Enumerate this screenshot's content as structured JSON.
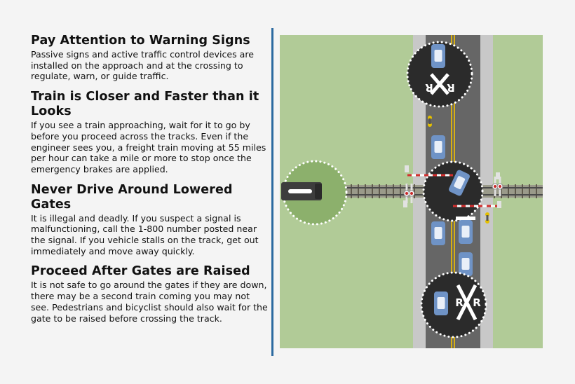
{
  "sections": [
    {
      "heading": "Pay Attention to Warning Signs",
      "body": "Passive signs and active traffic control devices are installed on the approach and at the crossing to regulate, warn, or guide traffic."
    },
    {
      "heading": "Train is Closer and Faster than it Looks",
      "body": "If you see a train approaching, wait for it to go by before you proceed across the tracks.  Even if the engineer sees you, a freight train moving at 55 miles per hour can take a mile or more to stop once the emergency brakes are applied."
    },
    {
      "heading": "Never Drive Around Lowered Gates",
      "body": "It is illegal and deadly. If you suspect a signal is malfunctioning, call the 1-800 number posted near the signal. If you vehicle stalls on the track, get out immediately and move away quickly."
    },
    {
      "heading": "Proceed After Gates are Raised",
      "body": "It is not safe to go around the gates if they are down, there may be a second train coming you may not see. Pedestrians and bicyclist should also wait for the gate to be raised before crossing the track."
    }
  ],
  "diagram": {
    "crossbuck_letter": "R",
    "colors": {
      "grass": "#b1cb97",
      "road": "#666666",
      "sidewalk": "#c8c8c8",
      "highlight_circle": "#2b2b2b",
      "train_circle": "#8cb06c",
      "center_line": "#f2c200",
      "car_body": "#6f93c6",
      "car_window": "#e9eff8",
      "accent_blue": "#2c6aa0"
    }
  }
}
